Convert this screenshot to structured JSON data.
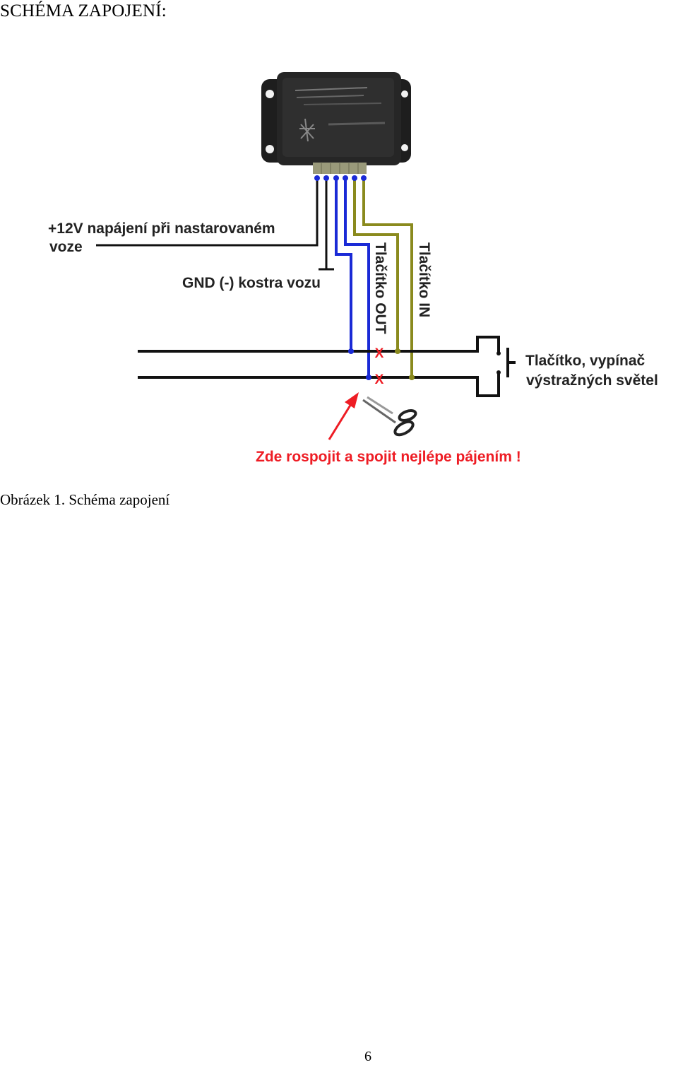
{
  "heading": "SCHÉMA ZAPOJENÍ:",
  "diagram": {
    "labels": {
      "power_line1": "+12V napájení při nastarovaném",
      "power_line2": "voze",
      "ground": "GND (-) kostra vozu",
      "button_out": "Tlačítko OUT",
      "button_in": "Tlačítko IN",
      "switch_line1": "Tlačítko, vypínač",
      "switch_line2": "výstražných světel",
      "cut_instruction": "Zde rospojit a spojit nejlépe pájením !",
      "cut_mark": "X"
    },
    "icons": [
      "control-unit",
      "scissors-icon",
      "red-arrow-icon",
      "switch-symbol"
    ],
    "colors": {
      "black_wire": "#111111",
      "blue_wire": "#1a2ad6",
      "olive_wire": "#8a8a1e",
      "instruction_red": "#ee1c24",
      "unit_body": "#1e1e1e"
    }
  },
  "caption": "Obrázek 1. Schéma zapojení",
  "page_number": "6"
}
